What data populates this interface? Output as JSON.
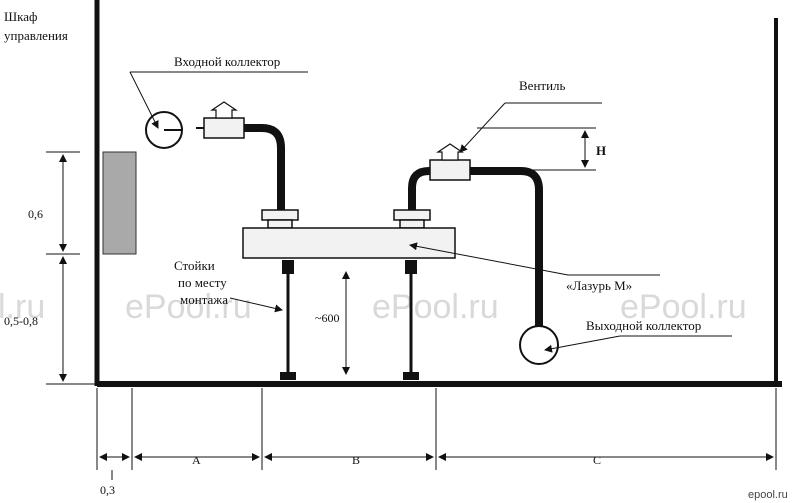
{
  "labels": {
    "cabinet": [
      "Шкаф",
      "управления"
    ],
    "inlet_collector": "Входной коллектор",
    "valve": "Вентиль",
    "unit": "«Лазурь М»",
    "supports": [
      "Стойки",
      "по месту",
      "монтажа"
    ],
    "outlet_collector": "Выходной коллектор",
    "height_mark": "Н"
  },
  "dimensions": {
    "cabinet_height": "0,6",
    "cabinet_elevation": "0,5-0,8",
    "support_height": "~600",
    "wall_gap": "0,3",
    "span_a": "А",
    "span_b": "В",
    "span_c": "С"
  },
  "watermarks": [
    "l.ru",
    "ePool.ru",
    "ePool.ru",
    "ePool.ru"
  ],
  "logo": "epool.ru",
  "colors": {
    "line": "#111111",
    "cabinet_fill": "#a9a9a9",
    "unit_fill": "#f2f2f2",
    "watermark": "#d9d9d9"
  }
}
